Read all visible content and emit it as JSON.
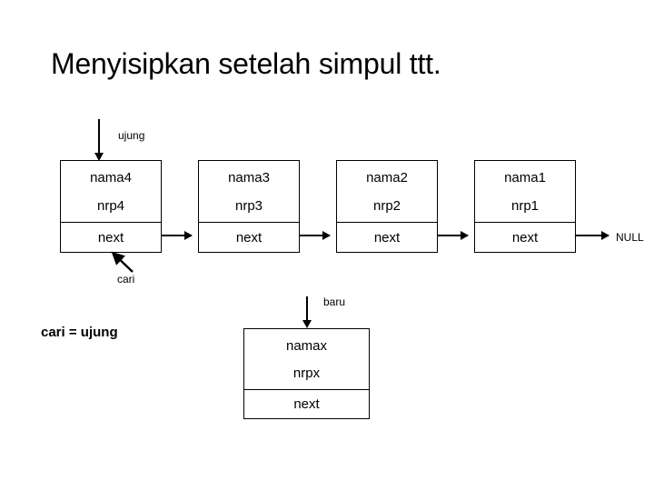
{
  "slide": {
    "title": "Menyisipkan setelah simpul ttt.",
    "background_color": "#ffffff",
    "ink_color": "#000000"
  },
  "list": {
    "head_pointer_label": "ujung",
    "search_pointer_label": "cari",
    "terminator_label": "NULL",
    "nodes": [
      {
        "name": "nama4",
        "nrp": "nrp4",
        "next": "next"
      },
      {
        "name": "nama3",
        "nrp": "nrp3",
        "next": "next"
      },
      {
        "name": "nama2",
        "nrp": "nrp2",
        "next": "next"
      },
      {
        "name": "nama1",
        "nrp": "nrp1",
        "next": "next"
      }
    ]
  },
  "new_node": {
    "pointer_label": "baru",
    "name": "namax",
    "nrp": "nrpx",
    "next": "next"
  },
  "statement": {
    "text": "cari = ujung"
  }
}
